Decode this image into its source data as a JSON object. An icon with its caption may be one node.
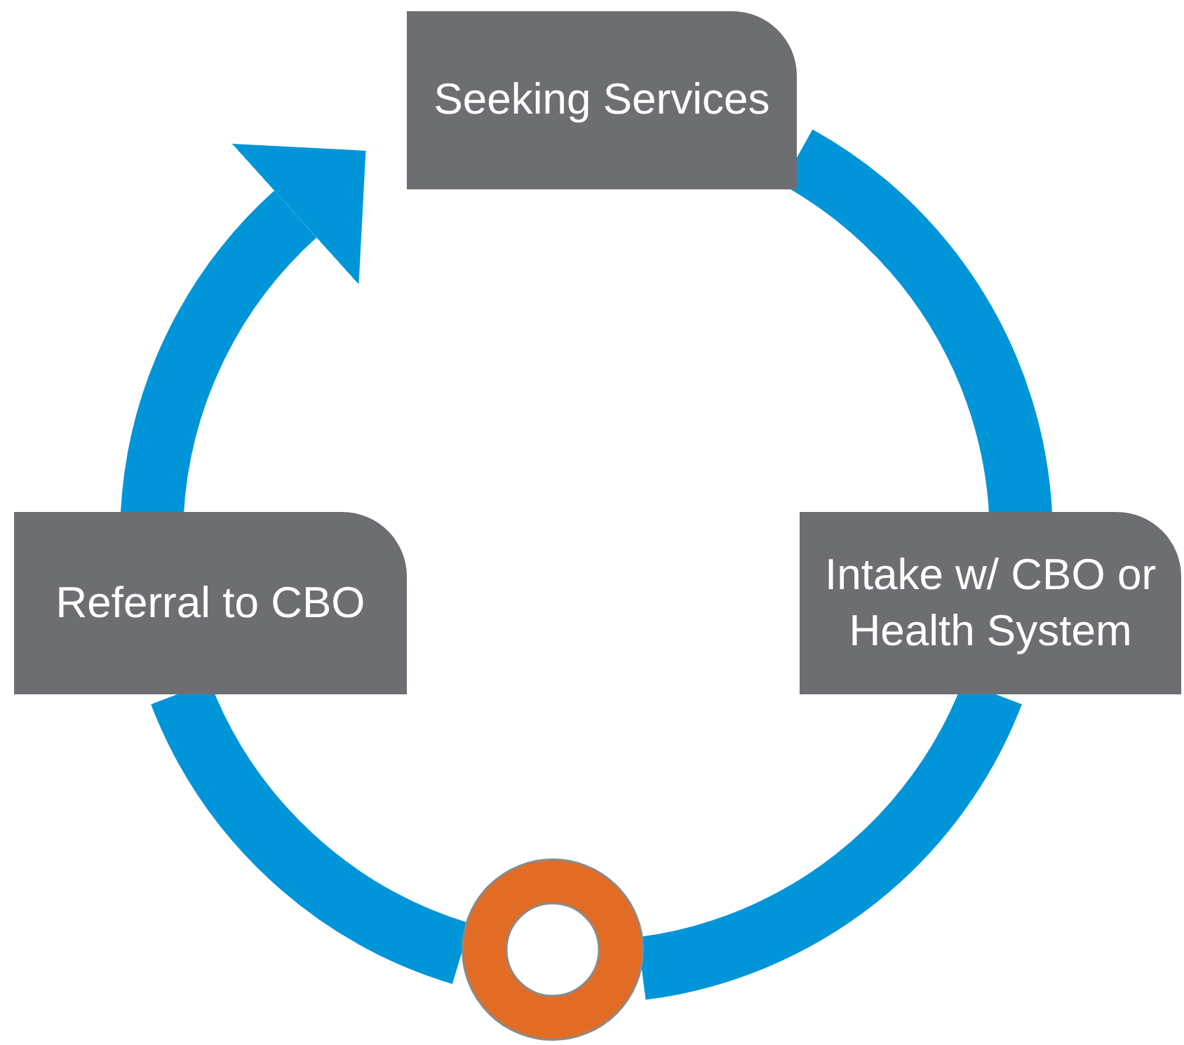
{
  "diagram": {
    "nodes": [
      {
        "text": [
          "Seeking Services"
        ]
      },
      {
        "text": [
          "Intake w/ CBO or Health System"
        ]
      },
      {
        "text": [],
        "shape": "circle"
      },
      {
        "text": [
          "Referral to CBO"
        ]
      }
    ],
    "edges": [
      {
        "from": 0,
        "to": 1,
        "arrow": "none"
      },
      {
        "from": 1,
        "to": 2,
        "arrow": "none"
      },
      {
        "from": 2,
        "to": 3,
        "arrow": "none"
      },
      {
        "from": 3,
        "to": 0,
        "arrow": "to"
      }
    ]
  }
}
